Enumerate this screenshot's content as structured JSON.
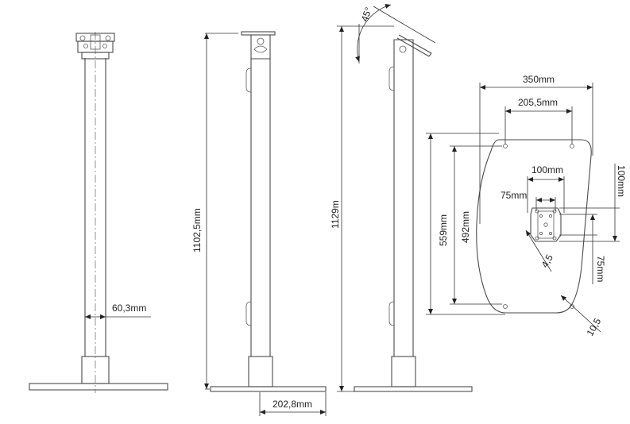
{
  "labels": {
    "pole_diameter": "60,3mm",
    "height_fixed": "1102,5mm",
    "base_width": "202,8mm",
    "tilt_angle": "45°",
    "height_tilted": "1129m",
    "plate_width": "350mm",
    "plate_hole_spacing": "205,5mm",
    "vesa_100_h": "100mm",
    "vesa_75_h": "75mm",
    "plate_height": "559mm",
    "plate_hole_vertical": "492mm",
    "vesa_100_v": "100mm",
    "vesa_75_v": "75mm",
    "vesa_hole_dia": "4,5",
    "plate_hole_dia": "10,5"
  }
}
